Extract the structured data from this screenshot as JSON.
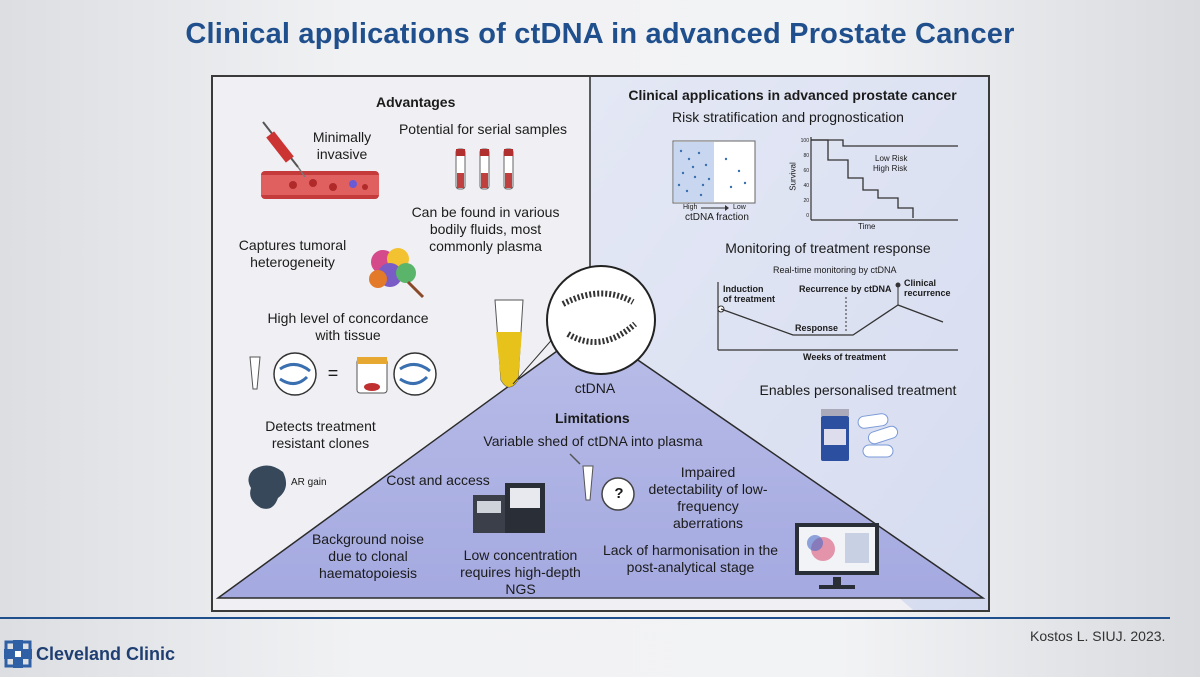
{
  "slide": {
    "title": "Clinical applications of ctDNA in advanced Prostate Cancer",
    "logo_text": "Cleveland Clinic",
    "citation": "Kostos L. SIUJ. 2023."
  },
  "advantages": {
    "heading": "Advantages",
    "minimally_invasive": [
      "Minimally",
      "invasive"
    ],
    "serial_samples": "Potential for serial samples",
    "bodily_fluids": [
      "Can be found in various",
      "bodily fluids, most",
      "commonly plasma"
    ],
    "heterogeneity": [
      "Captures tumoral",
      "heterogeneity"
    ],
    "concordance": [
      "High level of concordance",
      "with tissue"
    ],
    "equals": "=",
    "resistant": [
      "Detects treatment",
      "resistant clones"
    ],
    "ar_gain": "AR gain"
  },
  "center": {
    "ctdna_label": "ctDNA"
  },
  "clinical": {
    "heading": "Clinical applications in advanced prostate cancer",
    "risk": "Risk stratification and prognostication",
    "ctdna_fraction": "ctDNA fraction",
    "high": "High",
    "low": "Low",
    "y_ticks": [
      "100",
      "80",
      "60",
      "40",
      "20",
      "0"
    ],
    "survival": "Survival",
    "time": "Time",
    "low_risk": "Low Risk",
    "high_risk": "High Risk",
    "monitoring": "Monitoring of treatment response",
    "realtime": "Real-time monitoring by ctDNA",
    "induction": [
      "Induction",
      "of treatment"
    ],
    "recurrence_ctdna": "Recurrence by ctDNA",
    "clinical_recurrence": [
      "Clinical",
      "recurrence"
    ],
    "response": "Response",
    "weeks": "Weeks of treatment",
    "personalised": "Enables personalised treatment"
  },
  "limitations": {
    "heading": "Limitations",
    "variable_shed": "Variable shed of ctDNA into plasma",
    "cost": "Cost and access",
    "question": "?",
    "impaired": [
      "Impaired",
      "detectability of low-",
      "frequency",
      "aberrations"
    ],
    "background": [
      "Background noise",
      "due to clonal",
      "haematopoiesis"
    ],
    "low_conc": [
      "Low concentration",
      "requires high-depth",
      "NGS"
    ],
    "harmonisation": [
      "Lack of harmonisation in the",
      "post-analytical stage"
    ]
  }
}
